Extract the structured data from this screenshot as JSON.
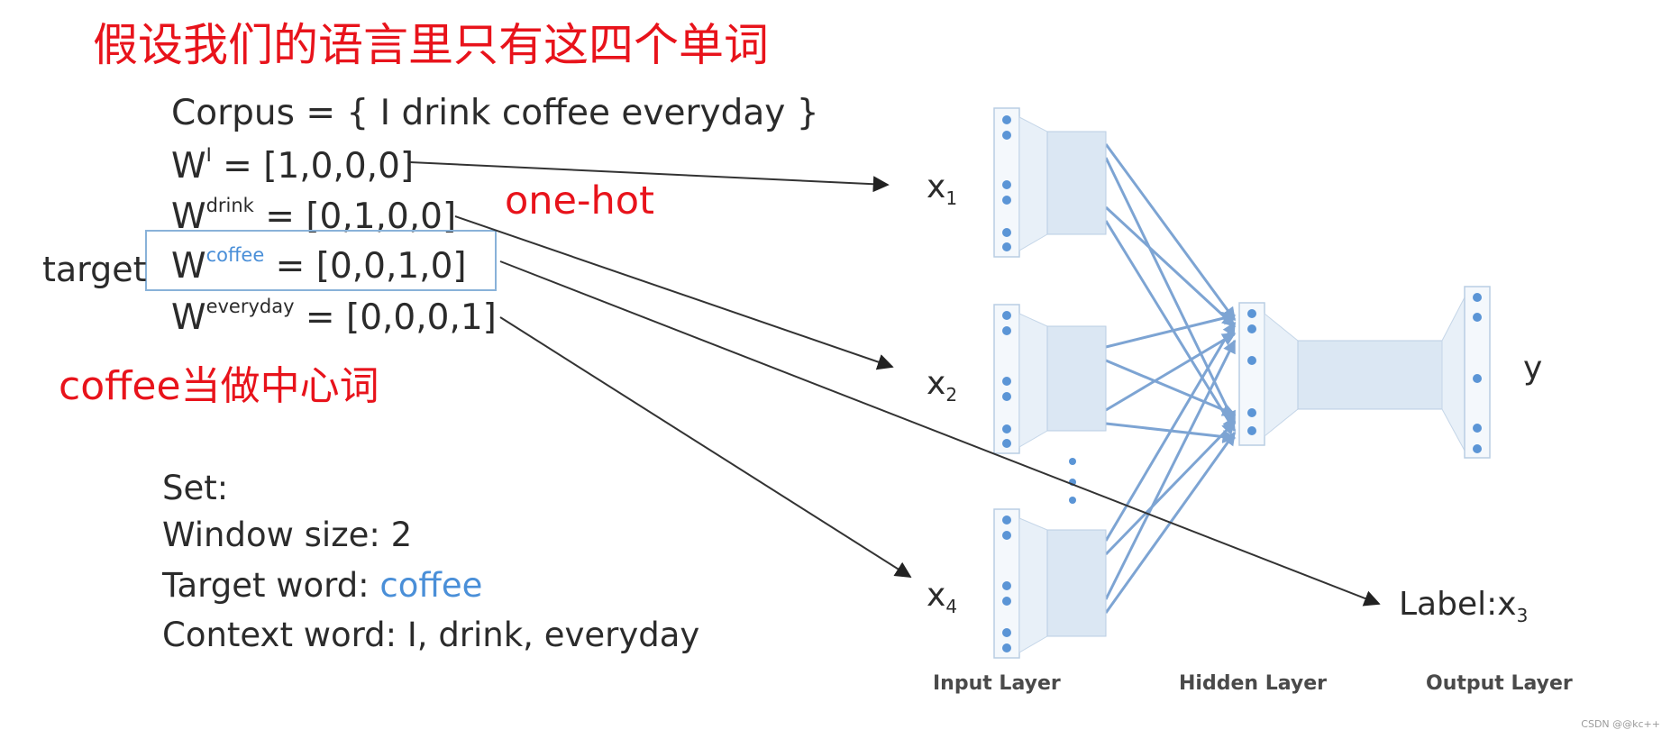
{
  "title": "假设我们的语言里只有这四个单词",
  "corpus": {
    "line": "Corpus = { I drink coffee everyday }",
    "vectors": [
      {
        "base": "W",
        "word": "I",
        "value": " = [1,0,0,0]"
      },
      {
        "base": "W",
        "word": "drink",
        "value": " = [0,1,0,0]"
      },
      {
        "base": "W",
        "word": "coffee",
        "value": " = [0,0,1,0]"
      },
      {
        "base": "W",
        "word": "everyday",
        "value": " = [0,0,0,1]"
      }
    ]
  },
  "target_label": "target",
  "annotations": {
    "one_hot": "one-hot",
    "center_word": "coffee当做中心词"
  },
  "settings": {
    "heading": "Set:",
    "window_size": "Window size: 2",
    "target_word_label": "Target word: ",
    "target_word_value": "coffee",
    "context_word": "Context word: I, drink, everyday"
  },
  "network": {
    "inputs": [
      {
        "symbol": "x",
        "subscript": "1"
      },
      {
        "symbol": "x",
        "subscript": "2"
      },
      {
        "symbol": "x",
        "subscript": "4"
      }
    ],
    "output_symbol": "y",
    "label_text": "Label:x",
    "label_subscript": "3",
    "layers": [
      "Input Layer",
      "Hidden Layer",
      "Output Layer"
    ]
  },
  "colors": {
    "annotation_red": "#e8131b",
    "highlight_blue": "#4a8fd8",
    "node_blue": "#5b95d6",
    "connection_blue": "#6f9bcf"
  },
  "credit": "CSDN @@kc++"
}
